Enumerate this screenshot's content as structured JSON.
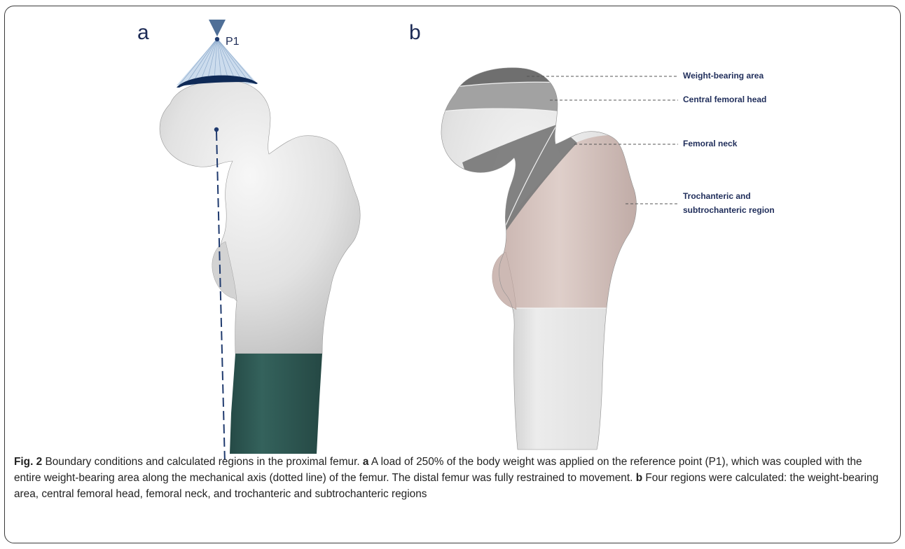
{
  "panels": {
    "a": {
      "letter": "a",
      "point_label": "P1",
      "colors": {
        "bone": "#e6e6e6",
        "weight_bearing_cap": "#0f2a57",
        "load_cone": "#a9c3e0",
        "distal_restrained": "#2f5a55",
        "axis_line": "#1f3a6e"
      }
    },
    "b": {
      "letter": "b",
      "region_labels": [
        {
          "id": "weight-bearing",
          "text": "Weight-bearing area"
        },
        {
          "id": "central-head",
          "text": "Central femoral head"
        },
        {
          "id": "neck",
          "text": "Femoral neck"
        },
        {
          "id": "trochanteric-line1",
          "text": "Trochanteric and"
        },
        {
          "id": "trochanteric-line2",
          "text": "subtrochanteric region"
        }
      ],
      "colors": {
        "weight_bearing": "#6e6e6e",
        "central_head": "#9d9d9d",
        "neck": "#7c7c7c",
        "trochanteric": "#d9c7c2",
        "bone": "#e6e6e6"
      }
    }
  },
  "caption": {
    "figure_label": "Fig. 2",
    "title": " Boundary conditions and calculated regions in the proximal femur. ",
    "a_label": "a",
    "a_text": " A load of 250% of the body weight was applied on the reference point (P1), which was coupled with the entire weight-bearing area along the mechanical axis (dotted line) of the femur. The distal femur was fully restrained to movement. ",
    "b_label": "b",
    "b_text": " Four regions were calculated: the weight-bearing area, central femoral head, femoral neck, and trochanteric and subtrochanteric regions"
  }
}
